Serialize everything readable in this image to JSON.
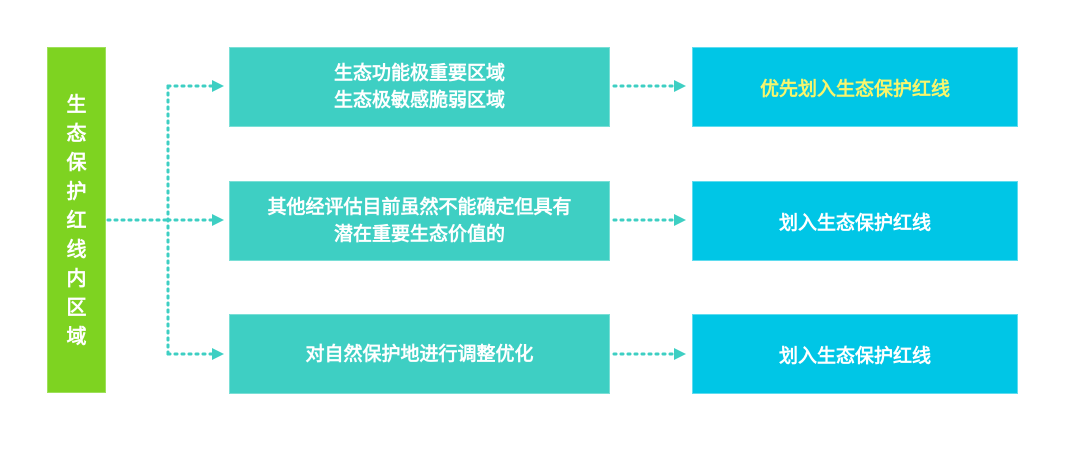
{
  "source": {
    "label": "生态保护红线内区域"
  },
  "rows": [
    {
      "condition": "生态功能极重要区域\n生态极敏感脆弱区域",
      "result": "优先划入生态保护红线"
    },
    {
      "condition": "其他经评估目前虽然不能确定但具有\n潜在重要生态价值的",
      "result": "划入生态保护红线"
    },
    {
      "condition": "对自然保护地进行调整优化",
      "result": "划入生态保护红线"
    }
  ],
  "colors": {
    "source_fill": "#7ed321",
    "condition_fill": "#3ecfc3",
    "result_fill": "#00c6e6",
    "highlight_text": "#f7f56c",
    "connector": "#3ecfc3"
  }
}
